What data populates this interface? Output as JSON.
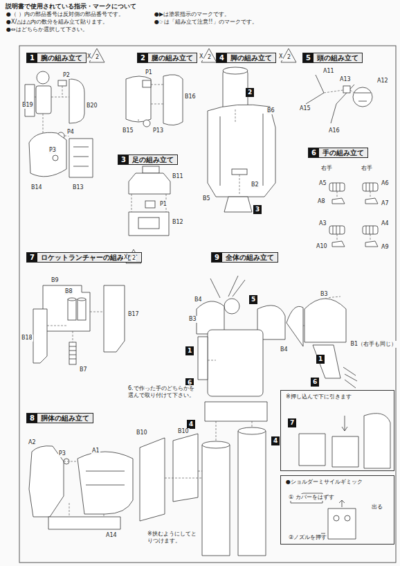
{
  "diagram": {
    "title": "説明書で使用されている指示・マークについて",
    "nodes": [
      {
        "text": [
          "1",
          "腕の組み立て"
        ]
      },
      {
        "text": [
          "2",
          "腿の組み立て"
        ]
      },
      {
        "text": [
          "4",
          "脚の組み立て"
        ]
      },
      {
        "text": [
          "5",
          "頭の組み立て"
        ]
      },
      {
        "text": [
          "3",
          "足の組み立て"
        ]
      },
      {
        "text": [
          "6",
          "手の組み立て"
        ]
      },
      {
        "text": [
          "7",
          "ロケットランチャーの組み立て"
        ]
      },
      {
        "text": [
          "9",
          "全体の組み立て"
        ]
      },
      {
        "text": [
          "8",
          "胴体の組み立て"
        ]
      },
      {
        "text": [
          "2"
        ]
      },
      {
        "text": [
          "3"
        ]
      },
      {
        "text": [
          "5"
        ]
      },
      {
        "text": [
          "1"
        ]
      },
      {
        "text": [
          "6"
        ]
      },
      {
        "text": [
          "4"
        ]
      },
      {
        "text": [
          "4"
        ]
      },
      {
        "text": [
          "1"
        ]
      },
      {
        "text": [
          "6"
        ]
      },
      {
        "text": [
          "※押し込んで下に引きます"
        ]
      },
      {
        "text": [
          "7"
        ],
        "in": 18
      },
      {
        "text": [
          "●ショルダーミサイルギミック",
          "① カバーをはずす",
          "出る",
          "②ノズルを押す"
        ]
      }
    ],
    "labels": [
      "●（ ）内の部品番号は反対側の部品番号です。",
      "●X/△は△内の数分を組み立て貼ります。",
      "●⇔はどちらか選択して下さい。",
      "●▶は塗装指示のマークです。",
      "●☞は「組み立て注意!!」のマークです。",
      "X",
      "2",
      "P2",
      "B19",
      "B20",
      "P4",
      "P3",
      "B14",
      "B13",
      "X",
      "2",
      "P1",
      "B16",
      "B15",
      "P13",
      "X",
      "2",
      "B6",
      "B2",
      "B5",
      "A11",
      "A13",
      "A12",
      "A15",
      "A16",
      "B11",
      "P1",
      "B12",
      "右手",
      "右手",
      "A5",
      "A6",
      "A8",
      "A7",
      "A3",
      "A4",
      "A10",
      "A9",
      "X",
      "2",
      "B9",
      "B8",
      "B17",
      "B18",
      "B7",
      "B4",
      "B3",
      "6.で作った手のどちらかを選んで取り付けて下さい。",
      "B10",
      "B10",
      "※挟むようにしてとりつけます。",
      "B3",
      "B4",
      "B1（右手も同じ）",
      "A2",
      "P3",
      "A1",
      "A14"
    ]
  }
}
